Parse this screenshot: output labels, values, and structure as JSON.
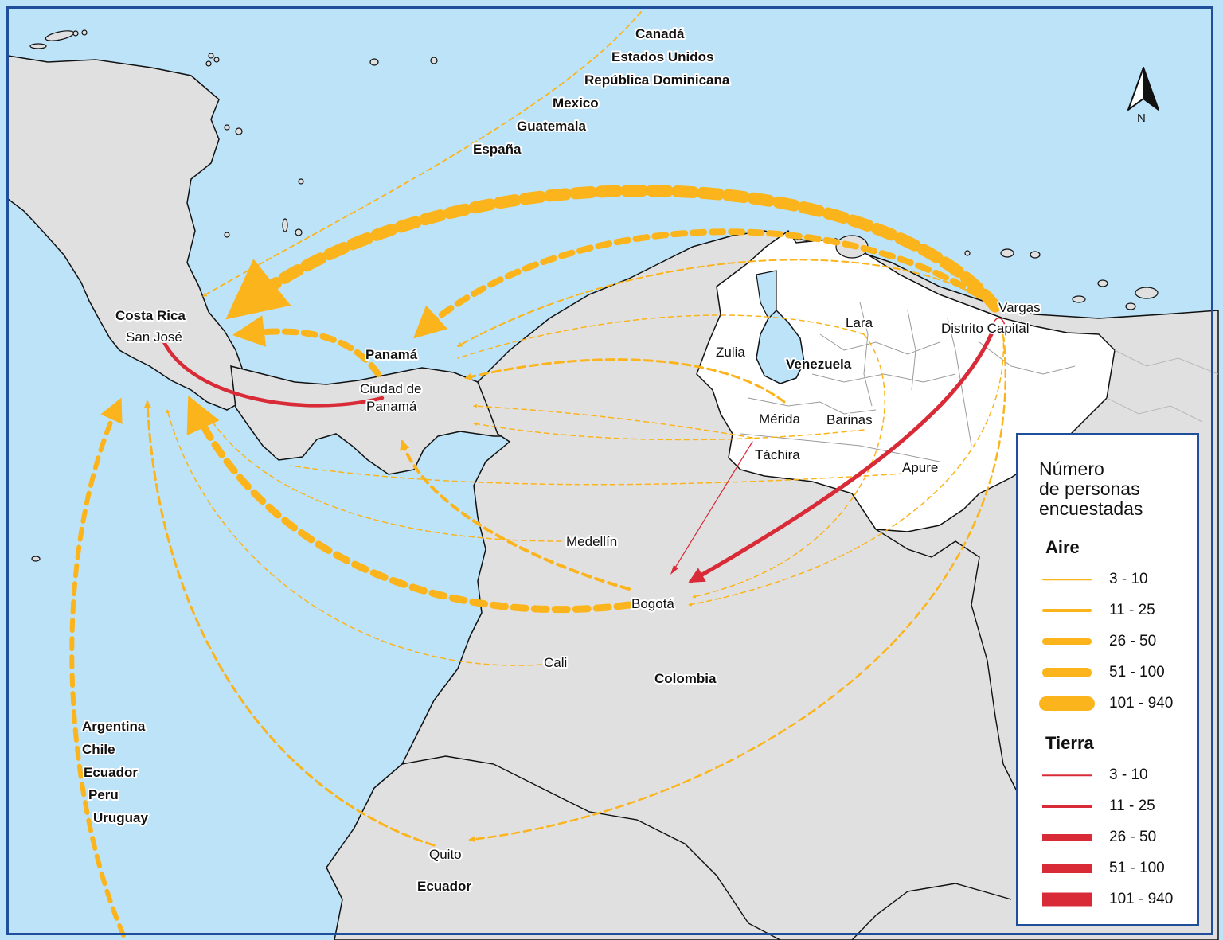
{
  "map": {
    "colors": {
      "ocean": "#bde3f9",
      "land_neighbor": "#e0e0e0",
      "venezuela": "#ffffff",
      "coast": "#111111",
      "air_flow": "#fbb41b",
      "land_flow": "#d92b37",
      "frame": "#1f4e9b"
    },
    "labels": {
      "canada": "Canadá",
      "usa": "Estados Unidos",
      "dominican_republic": "República Dominicana",
      "mexico": "Mexico",
      "guatemala": "Guatemala",
      "spain": "España",
      "costa_rica": "Costa Rica",
      "san_jose": "San José",
      "panama": "Panamá",
      "panama_city_line1": "Ciudad de",
      "panama_city_line2": "Panamá",
      "zulia": "Zulia",
      "venezuela": "Venezuela",
      "lara": "Lara",
      "vargas": "Vargas",
      "distrito_capital": "Distrito Capital",
      "merida": "Mérida",
      "barinas": "Barinas",
      "tachira": "Táchira",
      "apure": "Apure",
      "medellin": "Medellín",
      "bogota": "Bogotá",
      "cali": "Cali",
      "colombia": "Colombia",
      "quito": "Quito",
      "ecuador_country": "Ecuador",
      "south_list": [
        "Argentina",
        "Chile",
        "Ecuador",
        "Peru",
        "Uruguay"
      ]
    },
    "north_arrow": {
      "label": "N",
      "icon": "north-arrow-icon"
    }
  },
  "legend": {
    "title_lines": [
      "Número",
      "de personas",
      "encuestadas"
    ],
    "air_title": "Aire",
    "land_title": "Tierra",
    "ranges": [
      "3 - 10",
      "11 - 25",
      "26 - 50",
      "51 - 100",
      "101 - 940"
    ]
  }
}
